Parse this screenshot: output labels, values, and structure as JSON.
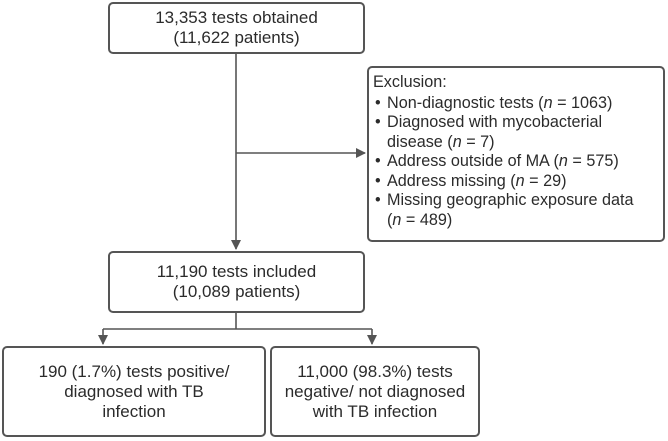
{
  "start": {
    "line1": "13,353 tests obtained",
    "line2": "(11,622 patients)"
  },
  "exclusion": {
    "title": "Exclusion:",
    "items": [
      {
        "lines": [
          {
            "pre": "Non-diagnostic tests (",
            "n": "n",
            "post": " = 1063)"
          }
        ]
      },
      {
        "lines": [
          {
            "pre": "Diagnosed with mycobacterial",
            "n": "",
            "post": ""
          },
          {
            "pre": "disease (",
            "n": "n",
            "post": " = 7)"
          }
        ]
      },
      {
        "lines": [
          {
            "pre": "Address outside of MA (",
            "n": "n",
            "post": " = 575)"
          }
        ]
      },
      {
        "lines": [
          {
            "pre": "Address missing (",
            "n": "n",
            "post": " = 29)"
          }
        ]
      },
      {
        "lines": [
          {
            "pre": "Missing geographic exposure data",
            "n": "",
            "post": ""
          },
          {
            "pre": "(",
            "n": "n",
            "post": " = 489)"
          }
        ]
      }
    ]
  },
  "included": {
    "line1": "11,190 tests included",
    "line2": "(10,089 patients)"
  },
  "positive": {
    "line1": "190 (1.7%) tests positive/",
    "line2": "diagnosed with TB",
    "line3": "infection"
  },
  "negative": {
    "line1": "11,000 (98.3%) tests",
    "line2": "negative/ not diagnosed",
    "line3": "with TB infection"
  },
  "colors": {
    "line": "#555555",
    "text": "#2b2b2b",
    "border": "#555555"
  }
}
